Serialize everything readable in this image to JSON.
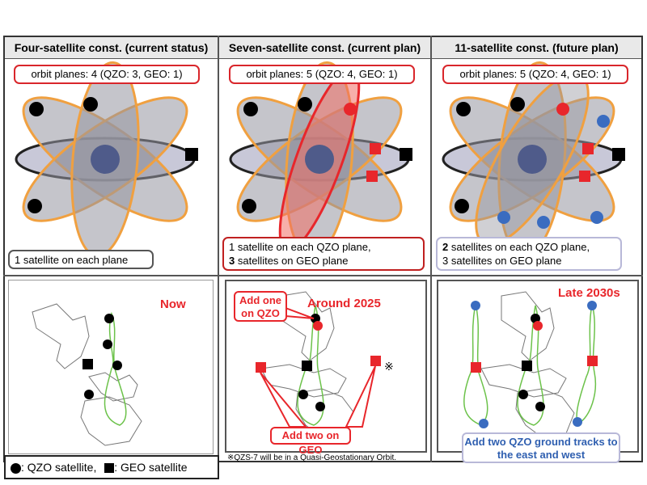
{
  "columns": [
    {
      "header": "Four-satellite const. (current status)",
      "orbit_label": "orbit planes: 4 (QZO: 3, GEO: 1)",
      "note_line1": "1 satellite on each plane",
      "note_line2": "",
      "map_label": "Now"
    },
    {
      "header": "Seven-satellite const. (current plan)",
      "orbit_label": "orbit planes: 5 (QZO: 4, GEO: 1)",
      "note_line1": "1 satellite on each QZO plane,",
      "note_line2_bold": "3",
      "note_line2_rest": " satellites on GEO plane",
      "map_label": "Around 2025",
      "callout_top": "Add one on QZO",
      "callout_bottom": "Add two on GEO",
      "kome": "※"
    },
    {
      "header": "11-satellite const. (future plan)",
      "orbit_label": "orbit planes: 5 (QZO: 4, GEO: 1)",
      "note_line1_bold": "2",
      "note_line1_rest": " satellites on each QZO plane,",
      "note_line2": "3 satellites on GEO plane",
      "map_label": "Late 2030s",
      "callout_bottom": "Add two QZO ground tracks to the east and west"
    }
  ],
  "legend": {
    "qzo": ": QZO satellite,",
    "geo": ": GEO satellite"
  },
  "footnote": "※QZS-7 will be in a Quasi-Geostationary Orbit.",
  "colors": {
    "red": "#e8262b",
    "blue": "#3a6cc0",
    "orange": "#f0a040",
    "earth": "#4f5b8a",
    "track": "#6cc24a"
  }
}
